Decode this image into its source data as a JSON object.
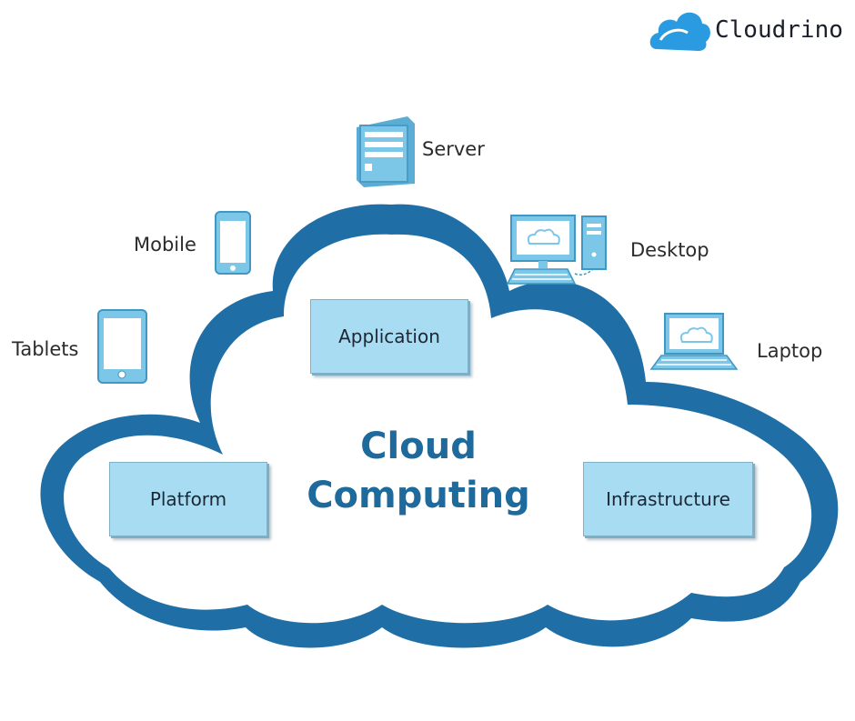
{
  "brand": {
    "name": "Cloudrino"
  },
  "diagram": {
    "title_line1": "Cloud",
    "title_line2": "Computing",
    "services": {
      "application": "Application",
      "platform": "Platform",
      "infrastructure": "Infrastructure"
    },
    "devices": {
      "server": "Server",
      "mobile": "Mobile",
      "tablets": "Tablets",
      "desktop": "Desktop",
      "laptop": "Laptop"
    }
  },
  "colors": {
    "cloud_outline": "#1f6fa6",
    "box_fill": "#a8dcf2",
    "device_fill": "#7cc6e8",
    "title": "#1e6a9c",
    "brand_icon": "#2a9be0"
  }
}
